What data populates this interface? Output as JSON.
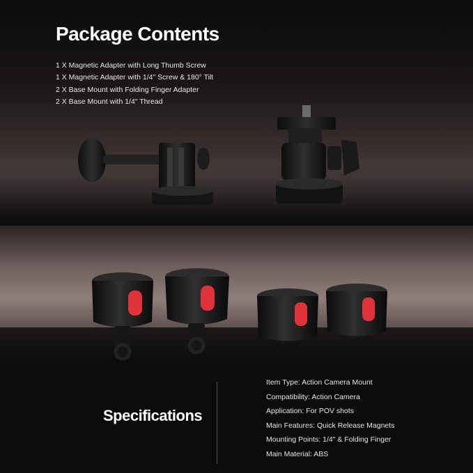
{
  "package": {
    "title": "Package Contents",
    "items": [
      "1 X Magnetic Adapter with Long Thumb Screw",
      "1 X Magnetic Adapter with 1/4\" Screw & 180° Tilt",
      "2 X Base Mount with Folding Finger Adapter",
      "2 X Base Mount with 1/4\" Thread"
    ]
  },
  "specifications": {
    "title": "Specifications",
    "items": [
      "Item Type: Action Camera Mount",
      "Compatibility: Action Camera",
      "Application: For POV shots",
      "Main Features: Quick Release Magnets",
      "Mounting Points: 1/4\" & Folding Finger",
      "Main Material: ABS"
    ]
  },
  "colors": {
    "text": "#ffffff",
    "release_button": "#e0323a",
    "product_body": "#1b1b1b"
  }
}
